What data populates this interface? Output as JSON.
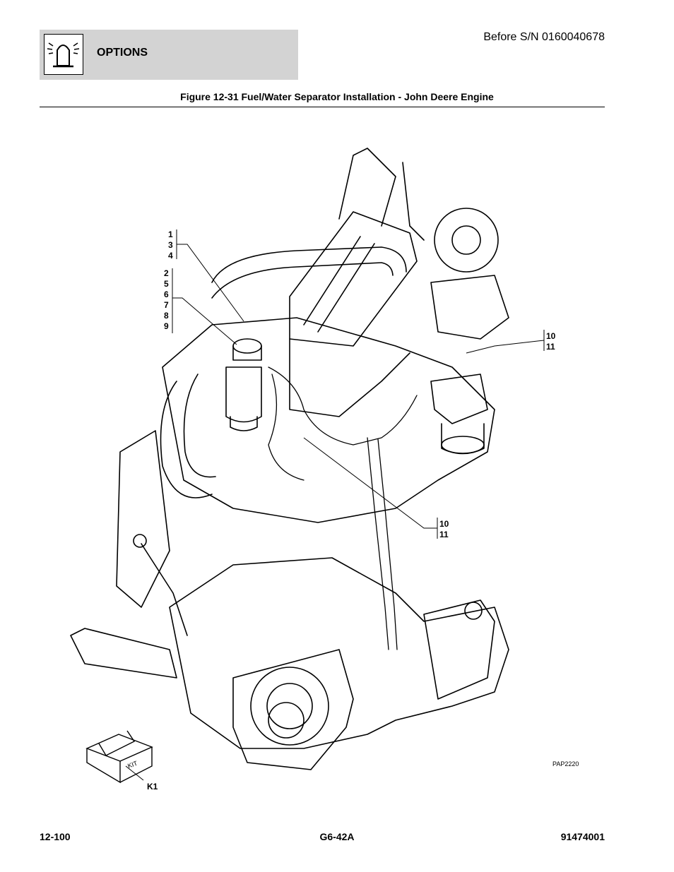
{
  "header": {
    "section_label": "OPTIONS",
    "icon": "beacon-light-icon",
    "serial_note": "Before S/N 0160040678"
  },
  "figure": {
    "title": "Figure 12-31 Fuel/Water Separator Installation - John Deere Engine",
    "drawing_id": "PAP2220",
    "kit_label": "KIT",
    "callouts": {
      "group_a": [
        "1",
        "3",
        "4"
      ],
      "group_b": [
        "2",
        "5",
        "6",
        "7",
        "8",
        "9"
      ],
      "group_c": [
        "10",
        "11"
      ],
      "group_d": [
        "10",
        "11"
      ],
      "kit": "K1"
    }
  },
  "footer": {
    "page": "12-100",
    "model": "G6-42A",
    "doc_number": "91474001"
  }
}
